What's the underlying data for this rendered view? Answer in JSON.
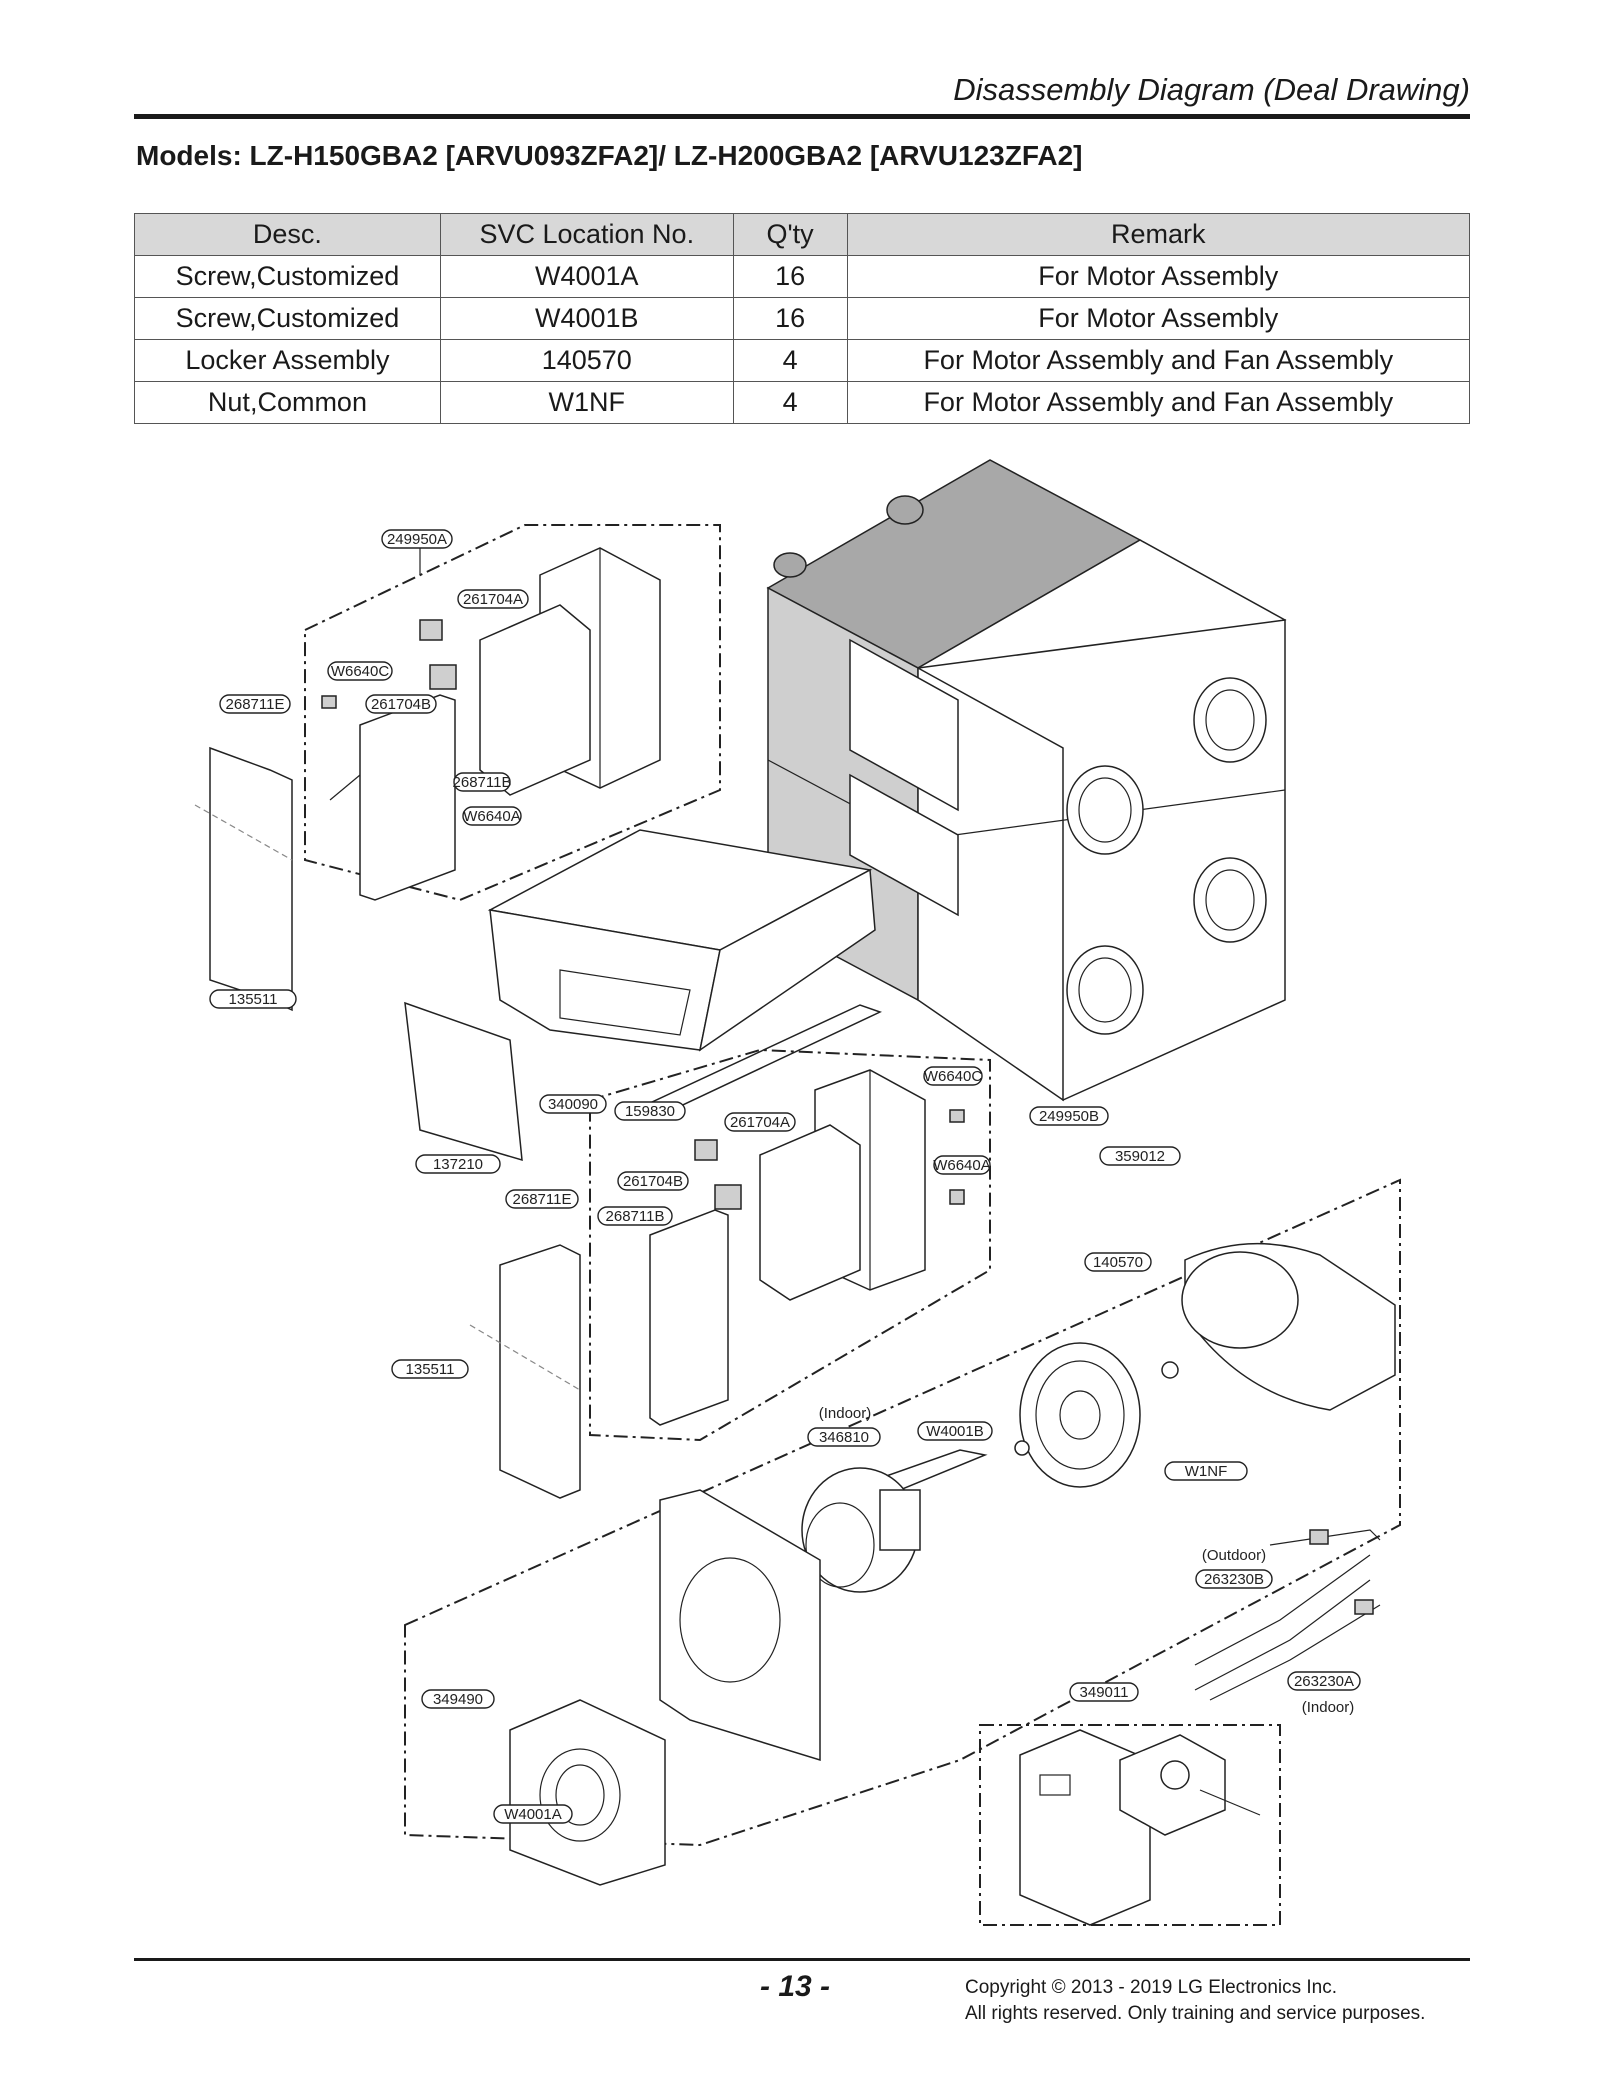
{
  "header": {
    "title": "Disassembly Diagram (Deal Drawing)"
  },
  "models": "Models: LZ-H150GBA2 [ARVU093ZFA2]/ LZ-H200GBA2 [ARVU123ZFA2]",
  "table": {
    "columns": [
      "Desc.",
      "SVC Location No.",
      "Q'ty",
      "Remark"
    ],
    "rows": [
      [
        "Screw,Customized",
        "W4001A",
        "16",
        "For Motor Assembly"
      ],
      [
        "Screw,Customized",
        "W4001B",
        "16",
        "For Motor Assembly"
      ],
      [
        "Locker Assembly",
        "140570",
        "4",
        "For Motor Assembly and Fan Assembly"
      ],
      [
        "Nut,Common",
        "W1NF",
        "4",
        "For Motor Assembly and Fan Assembly"
      ]
    ]
  },
  "diagram": {
    "labels": {
      "l249950A": "249950A",
      "l261704A_1": "261704A",
      "lW6640C_1": "W6640C",
      "l268711E_1": "268711E",
      "l261704B_1": "261704B",
      "l268711B_1": "268711B",
      "lW6640A_1": "W6640A",
      "l135511_1": "135511",
      "l340090": "340090",
      "l159830": "159830",
      "lW6640C_2": "W6640C",
      "l249950B": "249950B",
      "l261704A_2": "261704A",
      "l359012": "359012",
      "l137210": "137210",
      "lW6640A_2": "W6640A",
      "l261704B_2": "261704B",
      "l268711E_2": "268711E",
      "l268711B_2": "268711B",
      "l140570": "140570",
      "l135511_2": "135511",
      "l346810": "346810",
      "lW4001B": "W4001B",
      "lW1NF": "W1NF",
      "l263230B": "263230B",
      "l263230A": "263230A",
      "l349011": "349011",
      "l349490": "349490",
      "lW4001A": "W4001A"
    },
    "notes": {
      "indoor_1": "(Indoor)",
      "outdoor": "(Outdoor)",
      "indoor_2": "(Indoor)"
    }
  },
  "footer": {
    "page_number": "- 13 -",
    "copyright_line1": "Copyright © 2013 - 2019 LG Electronics Inc.",
    "copyright_line2": "All rights reserved. Only training and service purposes."
  }
}
